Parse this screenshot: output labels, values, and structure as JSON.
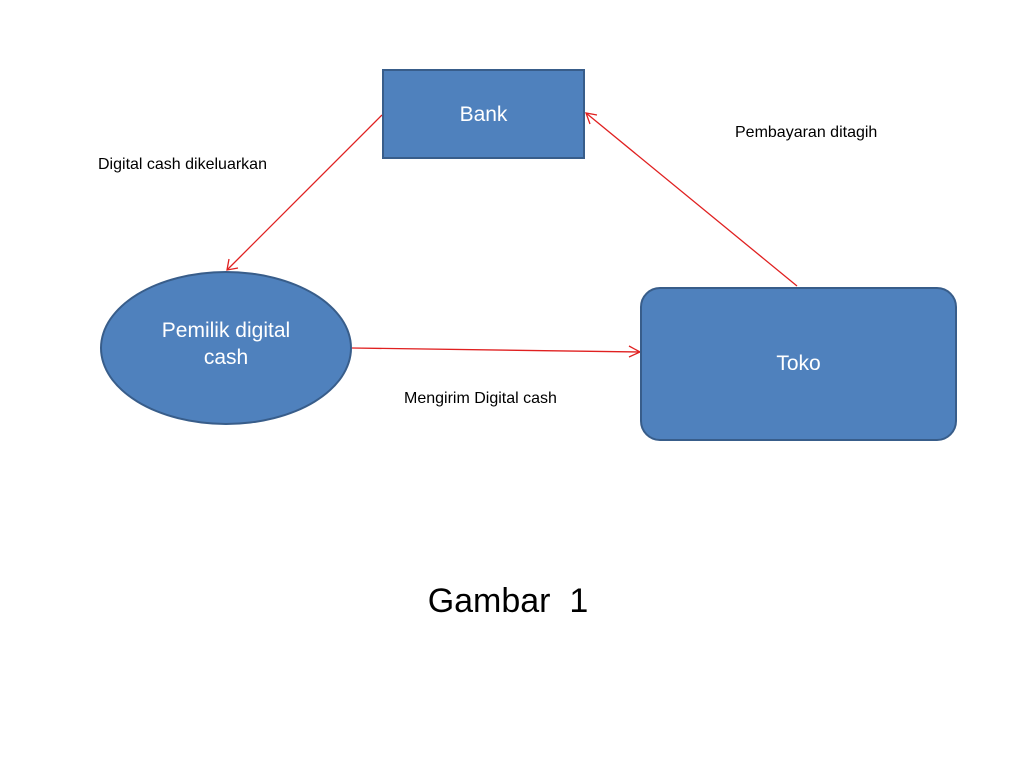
{
  "nodes": {
    "bank": "Bank",
    "owner": "Pemilik digital cash",
    "shop": "Toko"
  },
  "edges": {
    "issued": "Digital cash dikeluarkan",
    "billed": "Pembayaran ditagih",
    "send": "Mengirim Digital cash"
  },
  "caption": "Gambar  1",
  "colors": {
    "node_fill": "#4f81bd",
    "node_border": "#385d8a",
    "arrow": "#e02020"
  }
}
